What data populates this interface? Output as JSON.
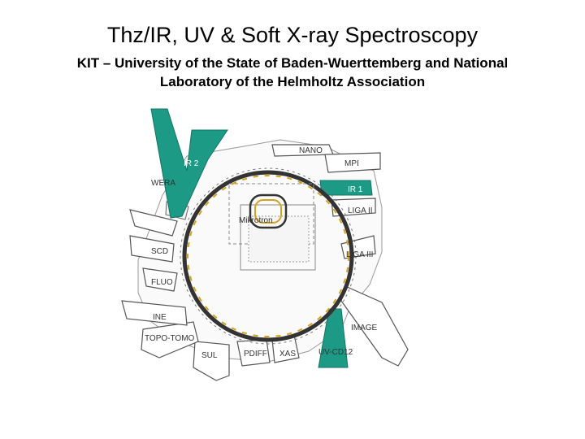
{
  "header": {
    "title": "Thz/IR, UV & Soft X-ray Spectroscopy",
    "subtitle_line1": "KIT – University of the State of Baden-Wuerttemberg and National",
    "subtitle_line2": "Laboratory of the Helmholtz Association"
  },
  "diagram": {
    "center_label": "Mikrotron",
    "beamlines": {
      "nano": "NANO",
      "mpi": "MPI",
      "ir1": "IR 1",
      "liga2": "LIGA II",
      "liga3": "LIGA III",
      "image": "IMAGE",
      "uvcd12": "UV-CD12",
      "xas": "XAS",
      "pdiff": "PDIFF",
      "sul": "SUL",
      "topotomo": "TOPO-TOMO",
      "ine": "INE",
      "fluo": "FLUO",
      "scd": "SCD",
      "wera": "WERA",
      "ir2": "IR 2"
    },
    "colors": {
      "highlight": "#1c9a85",
      "ring": "#333333",
      "magnet": "#d6a21e"
    }
  }
}
